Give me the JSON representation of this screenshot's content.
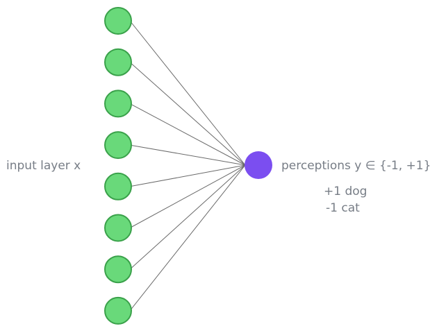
{
  "diagram": {
    "input_label": "input layer x",
    "output_label": "perceptions y ∈ {-1, +1}",
    "classes": [
      {
        "text": "+1 dog"
      },
      {
        "text": "-1 cat"
      }
    ],
    "input_node_count": 8,
    "colors": {
      "input_fill": "#69d97a",
      "input_stroke": "#3aa14a",
      "output_fill": "#7b4ef0",
      "edge": "#6a6a6a",
      "text": "#777d86"
    }
  }
}
